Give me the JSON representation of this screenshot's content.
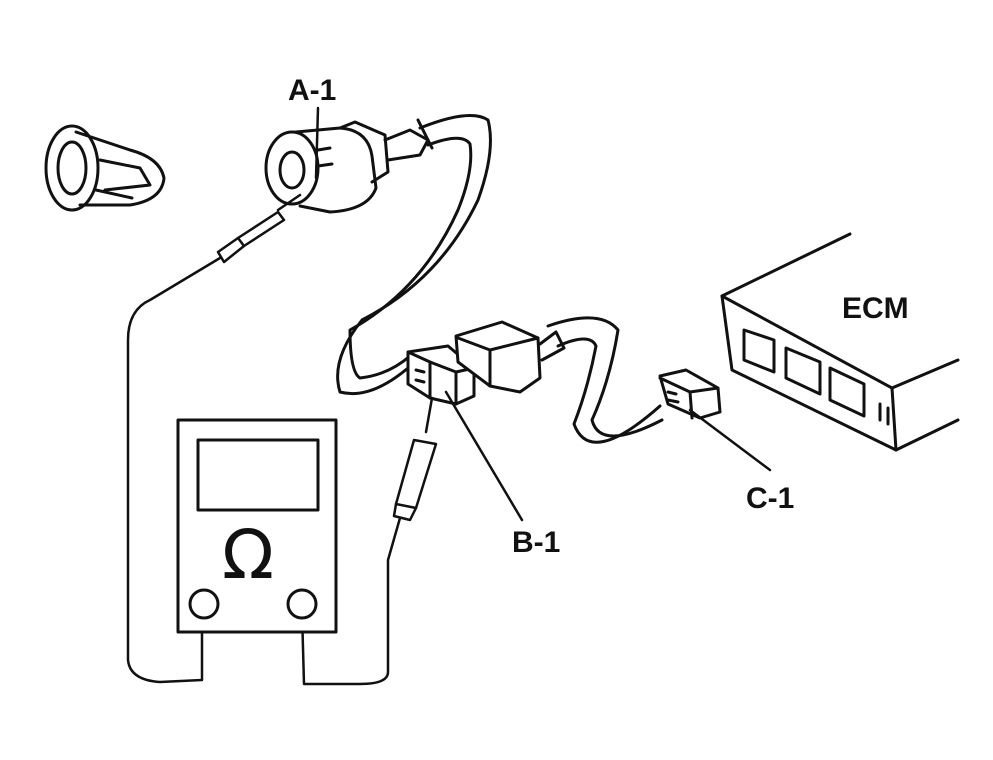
{
  "labels": {
    "sensor_connector": "A-1",
    "harness_connector": "B-1",
    "ecm_connector": "C-1",
    "ecm": "ECM",
    "ohm_symbol": "Ω"
  },
  "colors": {
    "ink": "#111111",
    "background": "#ffffff"
  }
}
